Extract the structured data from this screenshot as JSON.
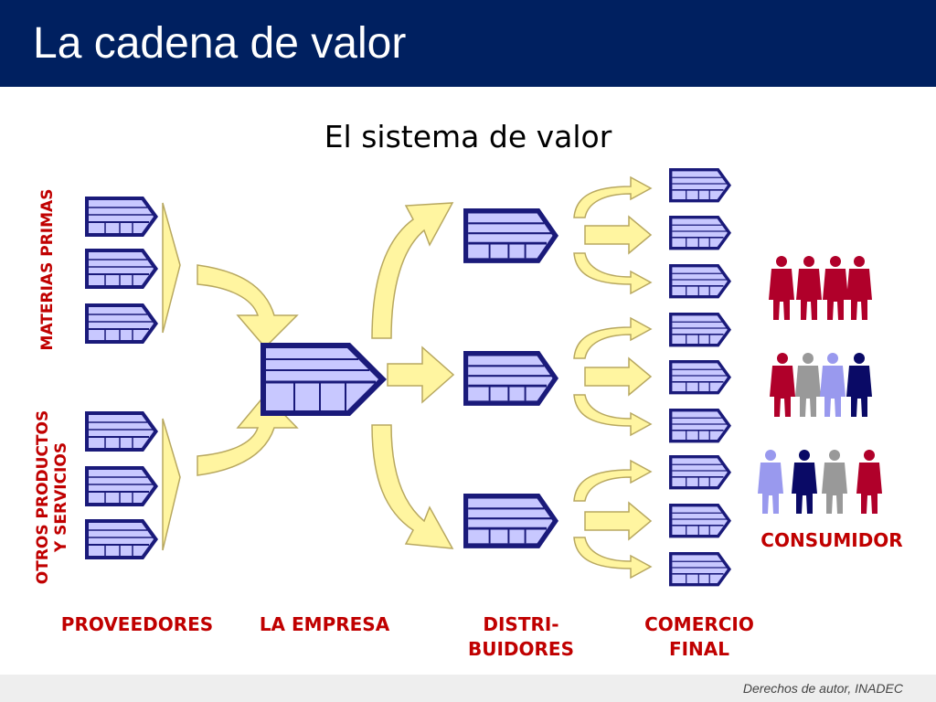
{
  "header": {
    "title": "La cadena de valor"
  },
  "diagram": {
    "subtitle": "El sistema de valor",
    "side_labels": {
      "raw_materials": "MATERIAS PRIMAS",
      "other_products_line1": "OTROS PRODUCTOS",
      "other_products_line2": "Y SERVICIOS"
    },
    "stages": {
      "suppliers": "PROVEEDORES",
      "company": "LA EMPRESA",
      "distributors_line1": "DISTRI-",
      "distributors_line2": "BUIDORES",
      "retail_line1": "COMERCIO",
      "retail_line2": "FINAL"
    },
    "consumer_label": "CONSUMIDOR",
    "colors": {
      "header_bg": "#002060",
      "label_red": "#c00000",
      "box_navy": "#1a1a7a",
      "box_fill": "#c8c8ff",
      "arrow_fill": "#fff5a0",
      "arrow_stroke": "#b8a860",
      "consumer_red": "#b0002a",
      "consumer_gray": "#999999",
      "consumer_lavender": "#9999ee",
      "consumer_navy": "#0a0a66"
    }
  },
  "footer": {
    "copyright": "Derechos de autor, INADEC"
  }
}
